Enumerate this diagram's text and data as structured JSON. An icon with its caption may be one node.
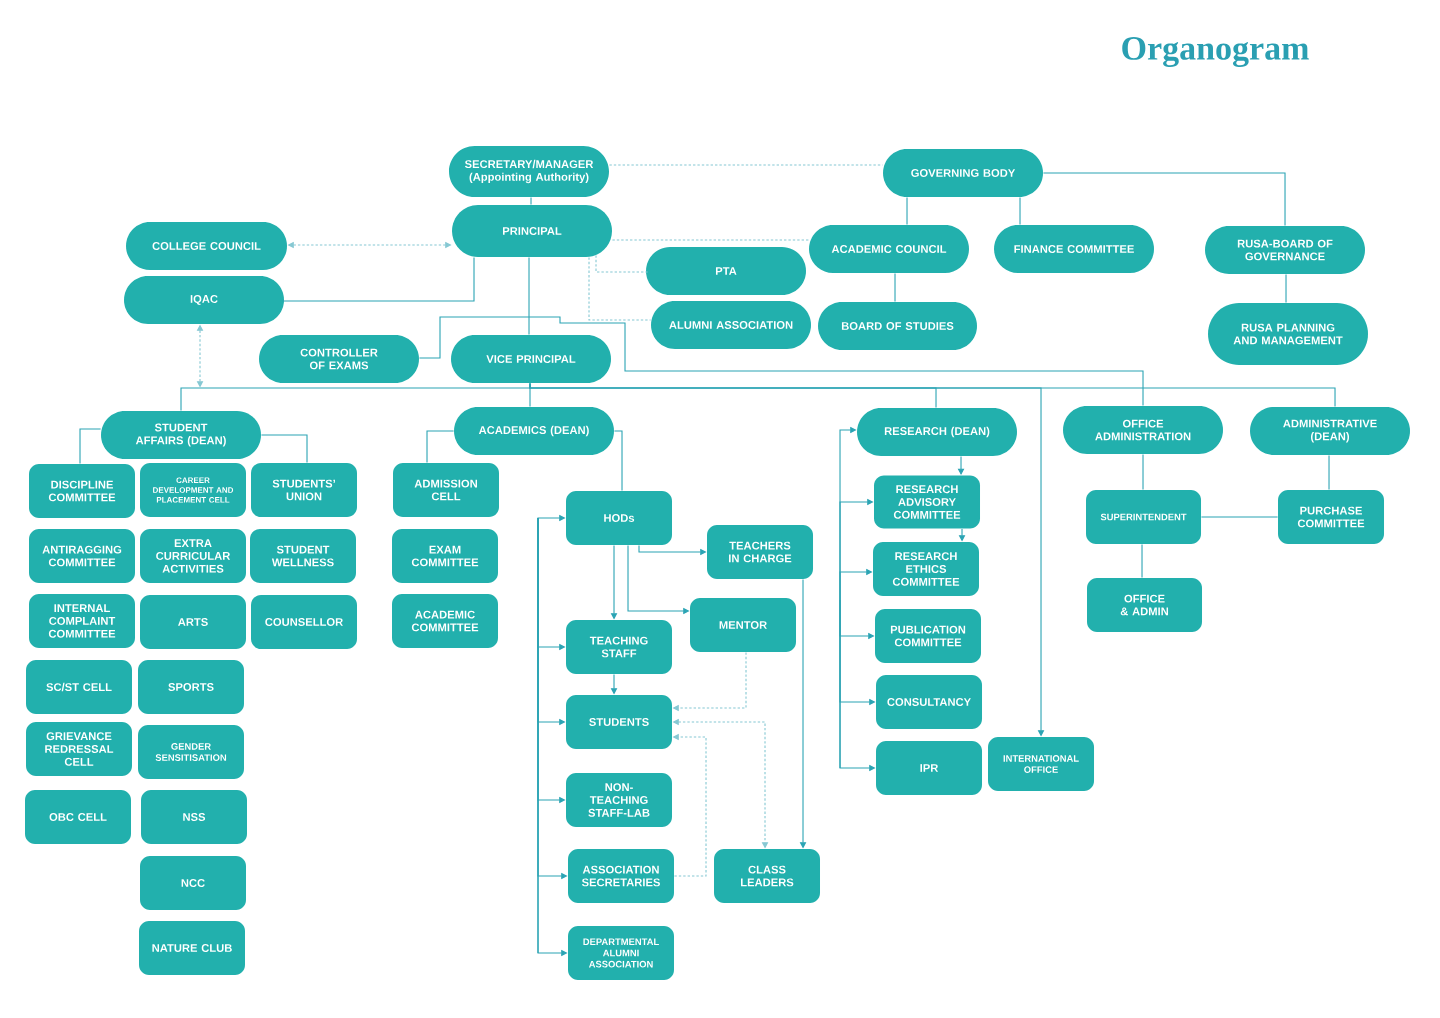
{
  "diagram": {
    "title": "Organogram",
    "nodes": [
      {
        "text": [
          "SECRETARY/MANAGER (Appointing Authority)"
        ]
      },
      {
        "text": [
          "GOVERNING BODY"
        ]
      },
      {
        "text": [
          "COLLEGE COUNCIL"
        ]
      },
      {
        "text": [
          "PRINCIPAL"
        ]
      },
      {
        "text": [
          "ACADEMIC COUNCIL"
        ]
      },
      {
        "text": [
          "FINANCE COMMITTEE"
        ]
      },
      {
        "text": [
          "RUSA-BOARD OF GOVERNANCE"
        ]
      },
      {
        "text": [
          "IQAC"
        ]
      },
      {
        "text": [
          "PTA"
        ]
      },
      {
        "text": [
          "ALUMNI ASSOCIATION"
        ]
      },
      {
        "text": [
          "BOARD OF STUDIES"
        ]
      },
      {
        "text": [
          "RUSA PLANNING AND MANAGEMENT"
        ]
      },
      {
        "text": [
          "CONTROLLER OF EXAMS"
        ]
      },
      {
        "text": [
          "VICE PRINCIPAL"
        ]
      },
      {
        "text": [
          "STUDENT AFFAIRS (DEAN)"
        ]
      },
      {
        "text": [
          "ACADEMICS (DEAN)"
        ]
      },
      {
        "text": [
          "RESEARCH (DEAN)"
        ]
      },
      {
        "text": [
          "OFFICE ADMINISTRATION"
        ]
      },
      {
        "text": [
          "ADMINISTRATIVE (DEAN)"
        ]
      },
      {
        "text": [
          "DISCIPLINE COMMITTEE"
        ]
      },
      {
        "text": [
          "CAREER DEVELOPMENT AND PLACEMENT CELL"
        ]
      },
      {
        "text": [
          "STUDENTS’ UNION"
        ]
      },
      {
        "text": [
          "ANTIRAGGING COMMITTEE"
        ]
      },
      {
        "text": [
          "EXTRA CURRICULAR ACTIVITIES"
        ]
      },
      {
        "text": [
          "STUDENT WELLNESS"
        ]
      },
      {
        "text": [
          "INTERNAL COMPLAINT COMMITTEE"
        ]
      },
      {
        "text": [
          "ARTS"
        ]
      },
      {
        "text": [
          "COUNSELLOR"
        ]
      },
      {
        "text": [
          "SC/ST CELL"
        ]
      },
      {
        "text": [
          "SPORTS"
        ]
      },
      {
        "text": [
          "GRIEVANCE REDRESSAL CELL"
        ]
      },
      {
        "text": [
          "GENDER SENSITISATION"
        ]
      },
      {
        "text": [
          "OBC CELL"
        ]
      },
      {
        "text": [
          "NSS"
        ]
      },
      {
        "text": [
          "NCC"
        ]
      },
      {
        "text": [
          "NATURE CLUB"
        ]
      },
      {
        "text": [
          "ADMISSION CELL"
        ]
      },
      {
        "text": [
          "EXAM COMMITTEE"
        ]
      },
      {
        "text": [
          "ACADEMIC COMMITTEE"
        ]
      },
      {
        "text": [
          "HODs"
        ]
      },
      {
        "text": [
          "TEACHERS IN CHARGE"
        ]
      },
      {
        "text": [
          "MENTOR"
        ]
      },
      {
        "text": [
          "TEACHING STAFF"
        ]
      },
      {
        "text": [
          "STUDENTS"
        ]
      },
      {
        "text": [
          "NON- TEACHING STAFF-LAB"
        ]
      },
      {
        "text": [
          "ASSOCIATION SECRETARIES"
        ]
      },
      {
        "text": [
          "CLASS LEADERS"
        ]
      },
      {
        "text": [
          "DEPARTMENTAL ALUMNI ASSOCIATION"
        ]
      },
      {
        "text": [
          "RESEARCH ADVISORY COMMITTEE"
        ]
      },
      {
        "text": [
          "RESEARCH ETHICS COMMITTEE"
        ]
      },
      {
        "text": [
          "PUBLICATION COMMITTEE"
        ]
      },
      {
        "text": [
          "CONSULTANCY"
        ]
      },
      {
        "text": [
          "IPR"
        ]
      },
      {
        "text": [
          "INTERNATIONAL OFFICE"
        ]
      },
      {
        "text": [
          "SUPERINTENDENT"
        ]
      },
      {
        "text": [
          "PURCHASE COMMITTEE"
        ]
      },
      {
        "text": [
          "OFFICE & ADMIN"
        ]
      }
    ],
    "edges": [
      {
        "from": 0,
        "to": 1,
        "arrow": "none",
        "style": "dashed",
        "color": "#86c8d3"
      },
      {
        "from": 0,
        "to": 3,
        "arrow": "none"
      },
      {
        "from": 2,
        "to": 3,
        "arrow": "both",
        "style": "dashed",
        "color": "#86c8d3"
      },
      {
        "from": 3,
        "to": 7,
        "arrow": "none"
      },
      {
        "from": 3,
        "to": 4,
        "arrow": "none",
        "style": "dashed",
        "color": "#86c8d3"
      },
      {
        "from": 3,
        "to": 8,
        "arrow": "none",
        "style": "dashed",
        "color": "#86c8d3"
      },
      {
        "from": 3,
        "to": 9,
        "arrow": "none",
        "style": "dashed",
        "color": "#86c8d3"
      },
      {
        "from": 1,
        "to": 4,
        "arrow": "none"
      },
      {
        "from": 1,
        "to": 5,
        "arrow": "none"
      },
      {
        "from": 1,
        "to": 6,
        "arrow": "none"
      },
      {
        "from": 4,
        "to": 10,
        "arrow": "none"
      },
      {
        "from": 6,
        "to": 11,
        "arrow": "none"
      },
      {
        "from": 3,
        "to": 13,
        "arrow": "none"
      },
      {
        "from": 12,
        "to": 17,
        "arrow": "none"
      },
      {
        "from": 13,
        "to": 14,
        "arrow": "none"
      },
      {
        "from": 13,
        "to": 15,
        "arrow": "none"
      },
      {
        "from": 13,
        "to": 16,
        "arrow": "none"
      },
      {
        "from": 13,
        "to": 18,
        "arrow": "none"
      },
      {
        "from": 13,
        "to": 53,
        "arrow": "to"
      },
      {
        "from": 7,
        "to": 14,
        "arrow": "both",
        "style": "dashed",
        "color": "#86c8d3"
      },
      {
        "from": 14,
        "to": 19,
        "arrow": "none"
      },
      {
        "from": 14,
        "to": 21,
        "arrow": "none"
      },
      {
        "from": 15,
        "to": 36,
        "arrow": "none"
      },
      {
        "from": 15,
        "to": 39,
        "arrow": "none"
      },
      {
        "from": 39,
        "to": 42,
        "arrow": "to"
      },
      {
        "from": 39,
        "to": 40,
        "arrow": "to"
      },
      {
        "from": 39,
        "to": 41,
        "arrow": "to"
      },
      {
        "from": 42,
        "to": 43,
        "arrow": "to"
      },
      {
        "from": 41,
        "to": 43,
        "arrow": "to",
        "style": "dashed",
        "color": "#86c8d3"
      },
      {
        "from": 43,
        "to": 46,
        "arrow": "both",
        "style": "dashed",
        "color": "#86c8d3"
      },
      {
        "from": 45,
        "to": 43,
        "arrow": "to",
        "style": "dashed",
        "color": "#86c8d3"
      },
      {
        "from": 40,
        "to": 46,
        "arrow": "to"
      },
      {
        "from": null,
        "to": 39,
        "arrow": "to"
      },
      {
        "from": null,
        "to": 42,
        "arrow": "to"
      },
      {
        "from": null,
        "to": 43,
        "arrow": "to"
      },
      {
        "from": null,
        "to": 44,
        "arrow": "to"
      },
      {
        "from": null,
        "to": 45,
        "arrow": "to"
      },
      {
        "from": null,
        "to": 47,
        "arrow": "to"
      },
      {
        "from": 16,
        "to": 48,
        "arrow": "to"
      },
      {
        "from": 48,
        "to": 49,
        "arrow": "to"
      },
      {
        "from": null,
        "to": 16,
        "arrow": "to"
      },
      {
        "from": null,
        "to": 48,
        "arrow": "to"
      },
      {
        "from": null,
        "to": 49,
        "arrow": "to"
      },
      {
        "from": null,
        "to": 50,
        "arrow": "to"
      },
      {
        "from": null,
        "to": 51,
        "arrow": "to"
      },
      {
        "from": null,
        "to": 52,
        "arrow": "to"
      },
      {
        "from": 17,
        "to": 54,
        "arrow": "none"
      },
      {
        "from": 54,
        "to": 56,
        "arrow": "none"
      },
      {
        "from": 54,
        "to": 55,
        "arrow": "none"
      },
      {
        "from": 18,
        "to": 55,
        "arrow": "none"
      }
    ]
  }
}
